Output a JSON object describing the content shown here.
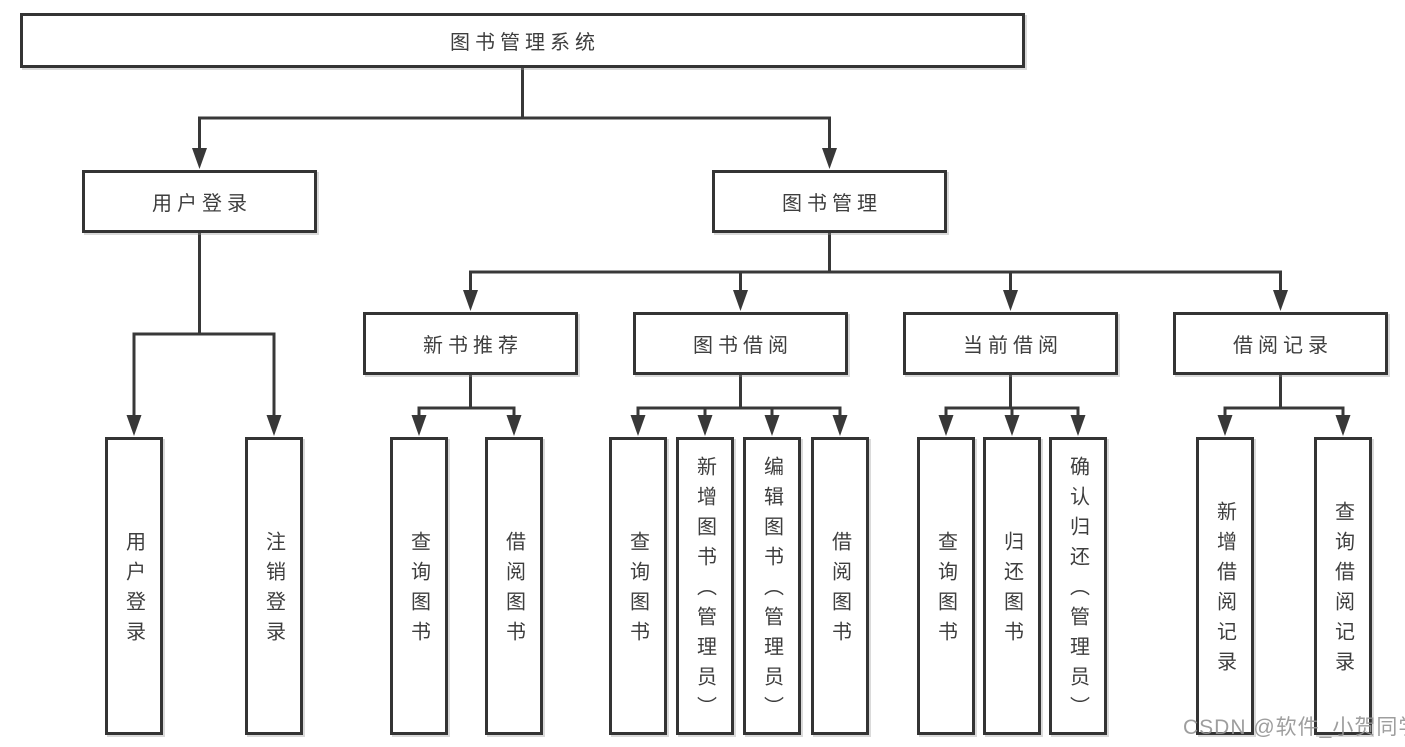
{
  "diagram_type": "hierarchy-diagram",
  "colors": {
    "background": "#ffffff",
    "box_border": "#343434",
    "connector_line": "#383838",
    "text": "#3e3e3e",
    "watermark": "#969696"
  },
  "tree": {
    "label": "图书管理系统",
    "children": [
      {
        "label": "用户登录",
        "children": [
          {
            "label": "用户登录"
          },
          {
            "label": "注销登录"
          }
        ]
      },
      {
        "label": "图书管理",
        "children": [
          {
            "label": "新书推荐",
            "children": [
              {
                "label": "查询图书"
              },
              {
                "label": "借阅图书"
              }
            ]
          },
          {
            "label": "图书借阅",
            "children": [
              {
                "label": "查询图书"
              },
              {
                "label": "新增图书（管理员）"
              },
              {
                "label": "编辑图书（管理员）"
              },
              {
                "label": "借阅图书"
              }
            ]
          },
          {
            "label": "当前借阅",
            "children": [
              {
                "label": "查询图书"
              },
              {
                "label": "归还图书"
              },
              {
                "label": "确认归还（管理员）"
              }
            ]
          },
          {
            "label": "借阅记录",
            "children": [
              {
                "label": "新增借阅记录"
              },
              {
                "label": "查询借阅记录"
              }
            ]
          }
        ]
      }
    ]
  },
  "watermark": {
    "text": "CSDN @软件_小贺同学"
  }
}
